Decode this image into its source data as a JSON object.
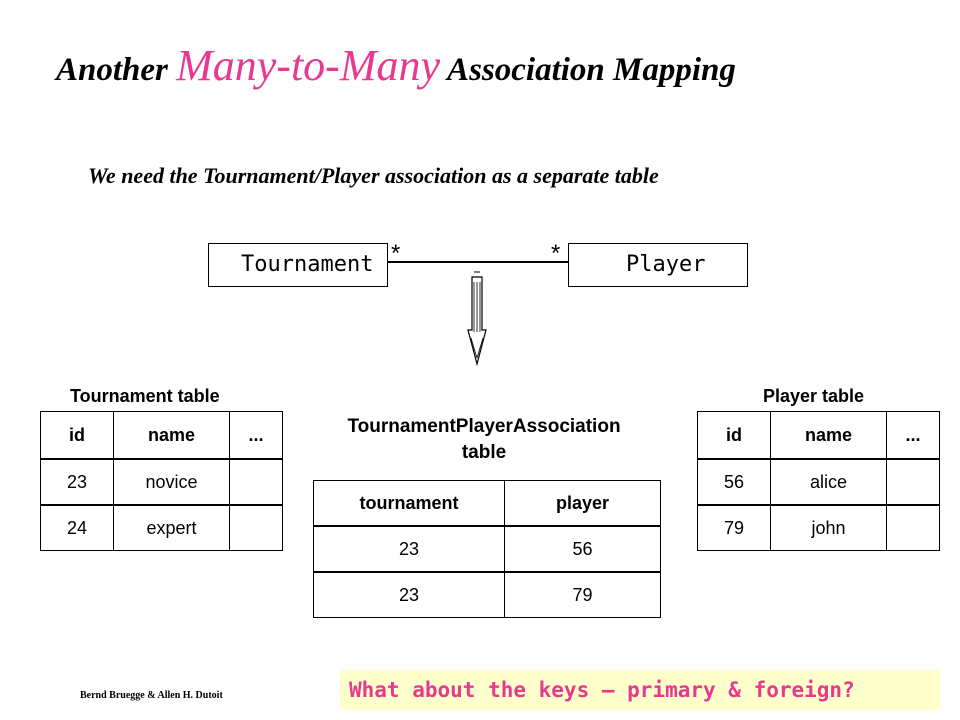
{
  "slide": {
    "title_pre": "Another ",
    "title_highlight": "Many-to-Many",
    "title_post": " Association Mapping",
    "subtitle": "We need the Tournament/Player association as a separate table",
    "footer_author": "Bernd Bruegge & Allen H. Dutoit",
    "question": "What about the keys – primary & foreign?"
  },
  "uml": {
    "left_class": "Tournament",
    "right_class": "Player",
    "left_multiplicity": "*",
    "right_multiplicity": "*"
  },
  "tables": {
    "tournament": {
      "caption": "Tournament table",
      "headers": [
        "id",
        "name",
        "..."
      ],
      "rows": [
        [
          "23",
          "novice",
          ""
        ],
        [
          "24",
          "expert",
          ""
        ]
      ]
    },
    "association": {
      "caption_line1": "TournamentPlayerAssociation",
      "caption_line2": "table",
      "headers": [
        "tournament",
        "player"
      ],
      "rows": [
        [
          "23",
          "56"
        ],
        [
          "23",
          "79"
        ]
      ]
    },
    "player": {
      "caption": "Player table",
      "headers": [
        "id",
        "name",
        "..."
      ],
      "rows": [
        [
          "56",
          "alice",
          ""
        ],
        [
          "79",
          "john",
          ""
        ]
      ]
    }
  },
  "colors": {
    "accent": "#e8388f",
    "question_background": "#ffffcc"
  }
}
